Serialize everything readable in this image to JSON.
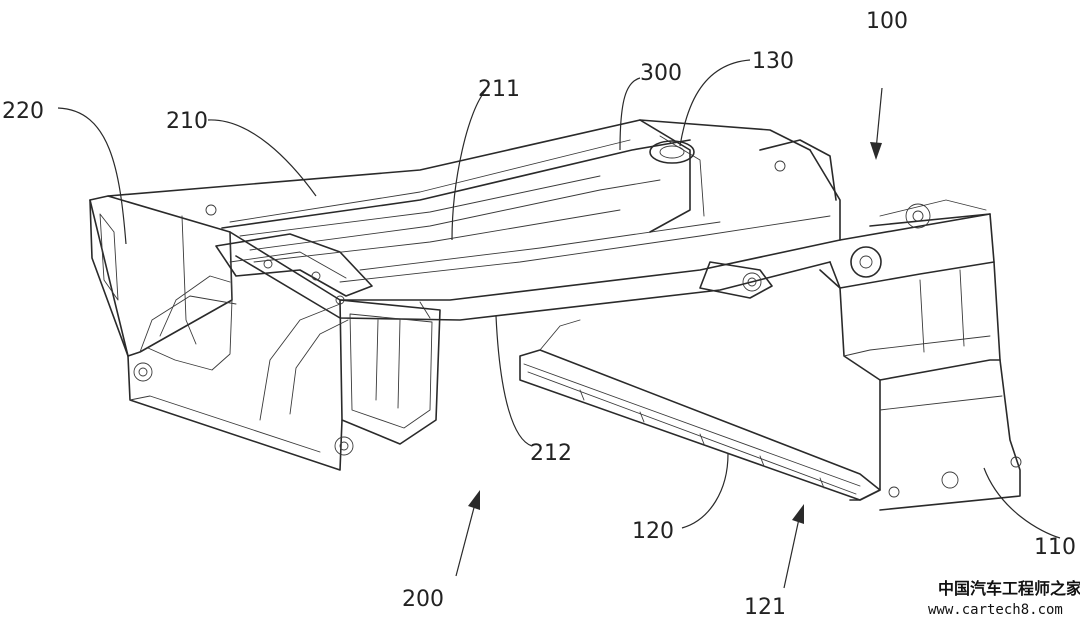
{
  "diagram": {
    "labels": {
      "l100": "100",
      "l110": "110",
      "l120": "120",
      "l121": "121",
      "l130": "130",
      "l200": "200",
      "l210": "210",
      "l211": "211",
      "l212": "212",
      "l220": "220",
      "l300": "300"
    }
  },
  "watermark": {
    "site_name": "中国汽车工程师之家",
    "url": "www.cartech8.com"
  }
}
